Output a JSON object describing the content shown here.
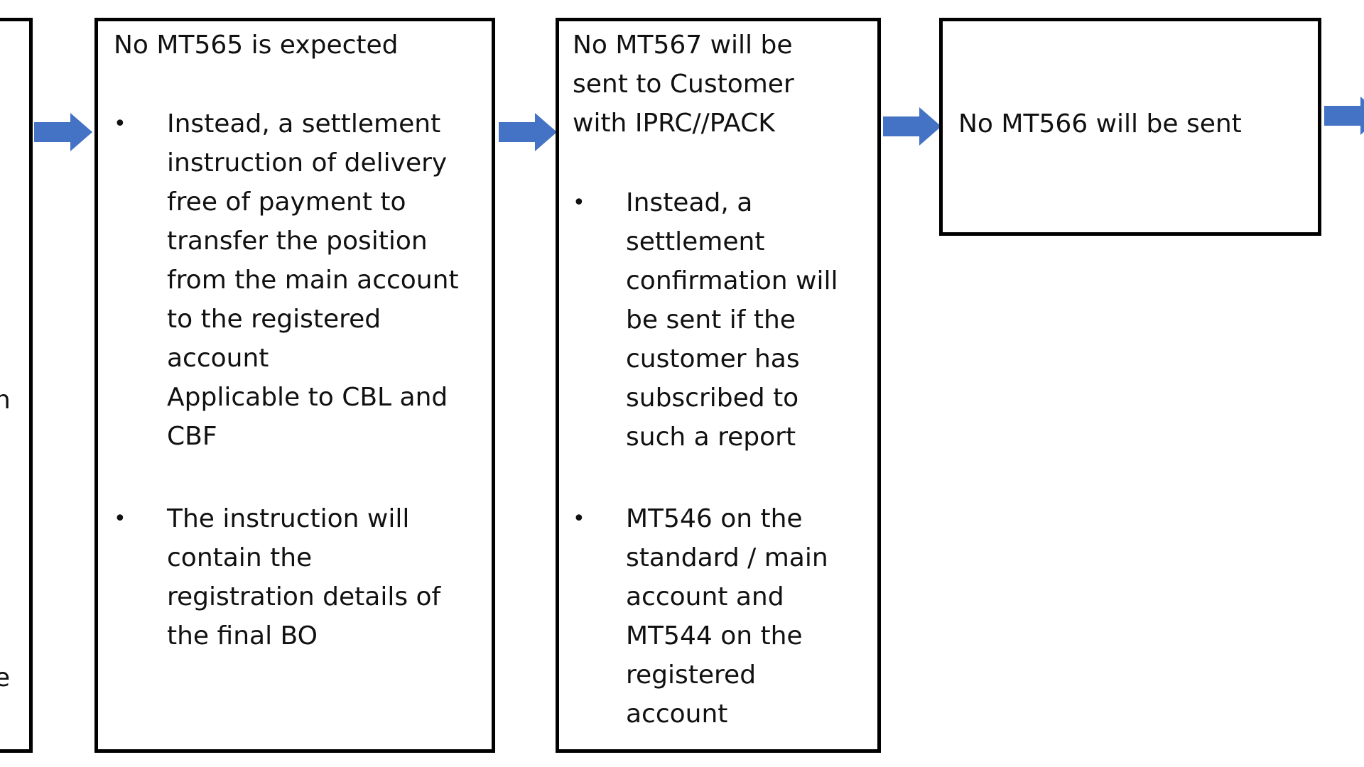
{
  "boxes": {
    "partial_left": {
      "fragment_1": "n",
      "fragment_2": "e"
    },
    "mt565": {
      "heading": "No MT565 is expected",
      "bullet_1": "Instead, a settlement\ninstruction of delivery\nfree of payment  to\ntransfer the position\nfrom the main account\nto the registered\naccount\nApplicable to CBL and\nCBF",
      "bullet_2": "The instruction will\ncontain the\nregistration details of\nthe final BO"
    },
    "mt567": {
      "heading": "No MT567 will be\nsent to Customer\nwith IPRC//PACK",
      "bullet_1": "Instead, a\nsettlement\nconfirmation will\nbe sent if the\ncustomer has\nsubscribed to\nsuch a report",
      "bullet_2": "MT546 on the\nstandard / main\naccount and\nMT544 on the\nregistered\naccount"
    },
    "mt566": {
      "heading": "No MT566 will be sent"
    }
  },
  "bullet_symbol": "•",
  "colors": {
    "arrow_fill": "#4472C4",
    "border": "#000000"
  }
}
